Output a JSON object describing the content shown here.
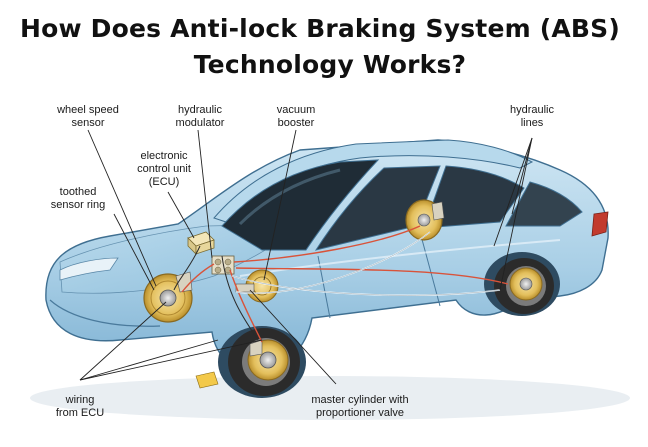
{
  "title": {
    "line1": "How Does Anti-lock Braking System (ABS)",
    "line2": "Technology Works?"
  },
  "labels": {
    "wheel_speed_sensor": [
      "wheel speed",
      "sensor"
    ],
    "hydraulic_modulator": [
      "hydraulic",
      "modulator"
    ],
    "vacuum_booster": [
      "vacuum",
      "booster"
    ],
    "hydraulic_lines": [
      "hydraulic",
      "lines"
    ],
    "ecu": [
      "electronic",
      "control unit",
      "(ECU)"
    ],
    "toothed_sensor_ring": [
      "toothed",
      "sensor ring"
    ],
    "wiring_from_ecu": [
      "wiring",
      "from ECU"
    ],
    "master_cylinder": [
      "master cylinder with",
      "proportioner valve"
    ]
  },
  "colors": {
    "car_body": "#a9cfe6",
    "car_shadow": "#6fa3c7",
    "window": "#1f2c36",
    "brake_line": "#d9533a",
    "disc": "#e6c56a",
    "tire": "#2b2b2b",
    "leader_line": "#222222"
  }
}
